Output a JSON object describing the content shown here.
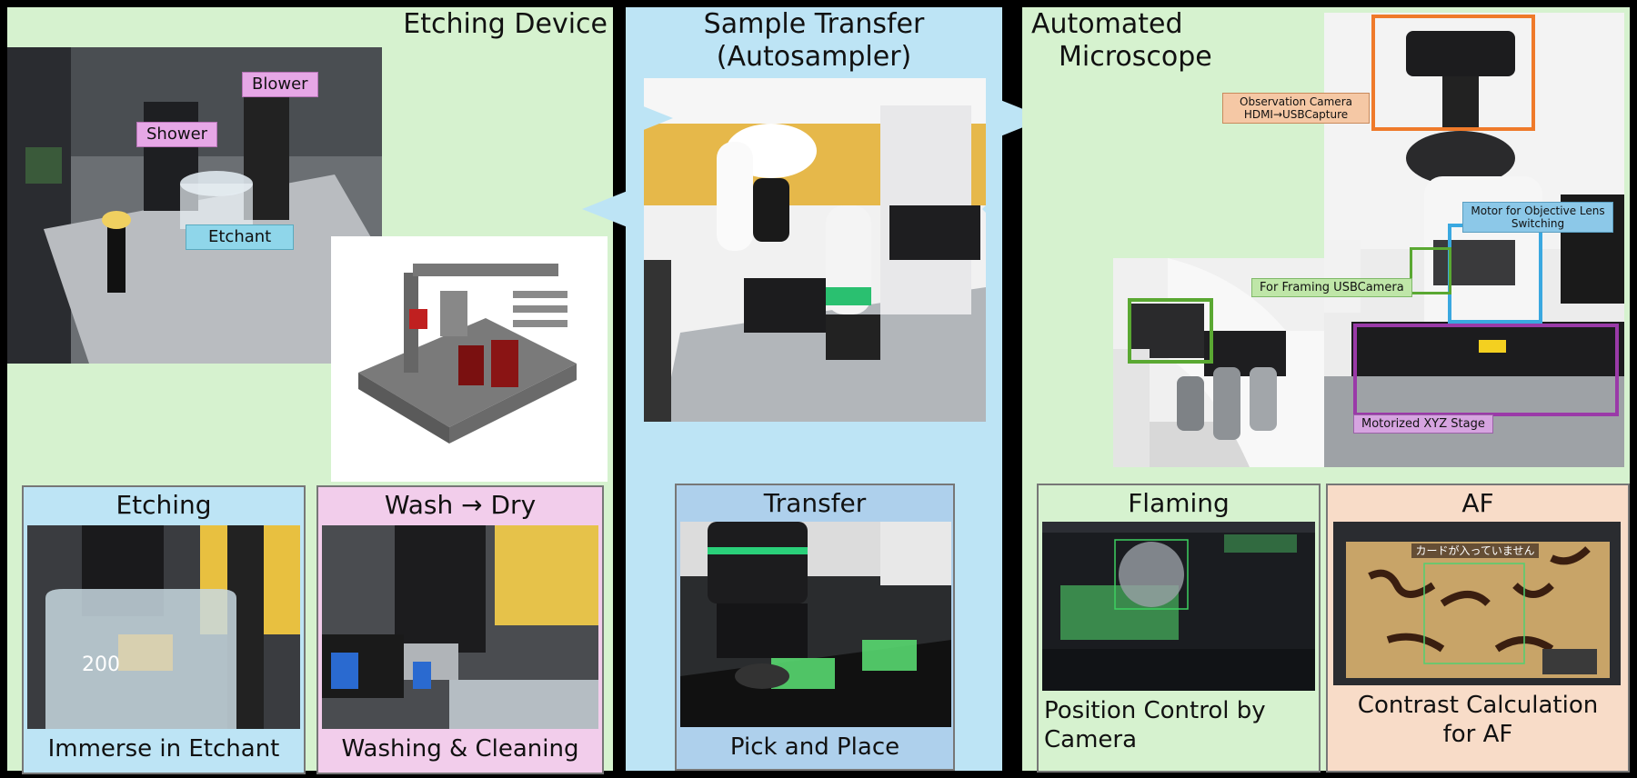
{
  "panels": {
    "etching_device": {
      "title": "Etching Device",
      "labels": {
        "blower": "Blower",
        "shower": "Shower",
        "etchant": "Etchant"
      },
      "cards": [
        {
          "title": "Etching",
          "caption": "Immerse in Etchant"
        },
        {
          "title": "Wash → Dry",
          "caption": "Washing & Cleaning"
        }
      ]
    },
    "sample_transfer": {
      "title_line1": "Sample Transfer",
      "title_line2": "(Autosampler)",
      "card": {
        "title": "Transfer",
        "caption": "Pick and Place"
      }
    },
    "automated_microscope": {
      "title_line1": "Automated",
      "title_line2": "Microscope",
      "labels": {
        "observation_camera_line1": "Observation Camera",
        "observation_camera_line2": "HDMI→USBCapture",
        "objective_motor_line1": "Motor for Objective Lens",
        "objective_motor_line2": "Switching",
        "framing_camera": "For Framing USBCamera",
        "xyz_stage": "Motorized XYZ Stage"
      },
      "cards": [
        {
          "title": "Flaming",
          "caption_line1": "Position Control by",
          "caption_line2": "Camera"
        },
        {
          "title": "AF",
          "caption_line1": "Contrast Calculation",
          "caption_line2": "for AF",
          "screen_text": "カードが入っていません"
        }
      ]
    }
  },
  "colors": {
    "panel_green": "#d6f2cf",
    "panel_blue": "#bde4f5",
    "card_pink": "#f2cdeb",
    "card_blue": "#aed0ec",
    "card_peach": "#f8dcc8",
    "box_orange": "#ef7a2a",
    "box_green": "#5aa832",
    "box_blue": "#3aa8e0",
    "box_purple": "#9a3aa8"
  }
}
